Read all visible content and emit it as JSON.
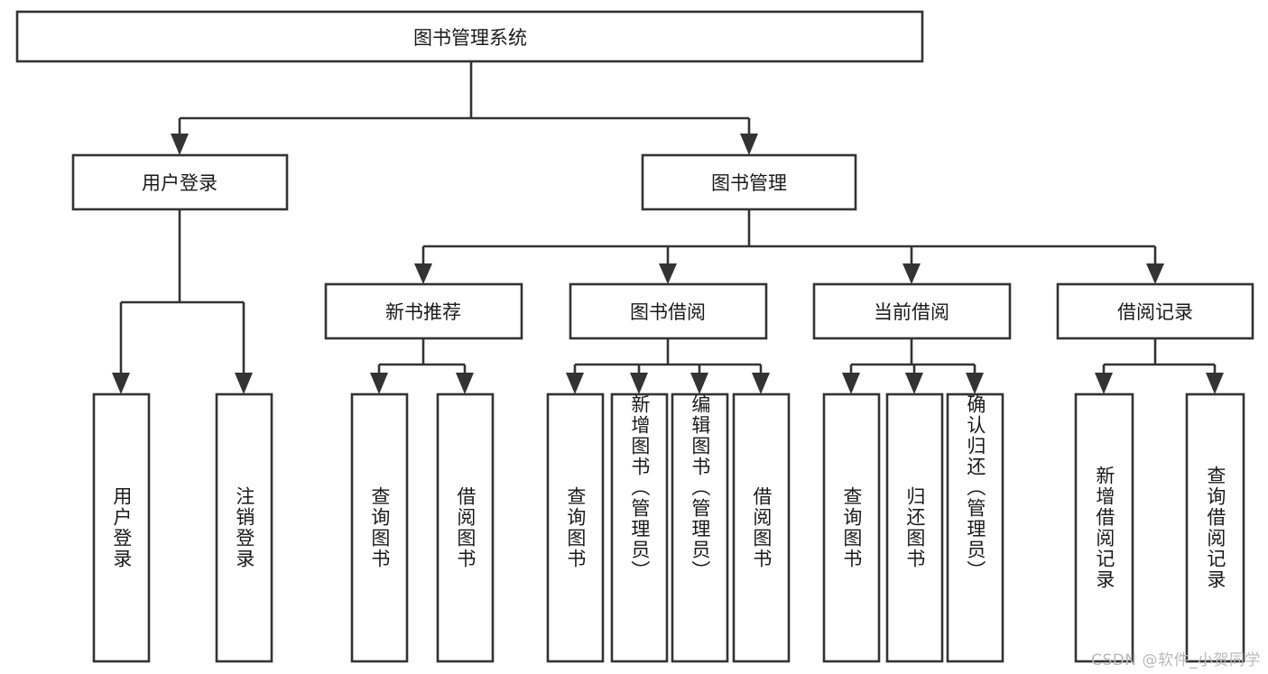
{
  "diagram": {
    "type": "tree",
    "title": "图书管理系统",
    "orientation": "top-down",
    "colors": {
      "background": "#ffffff",
      "box_fill": "#ffffff",
      "box_stroke": "#333333",
      "text": "#1a1a1a",
      "watermark": "#b9b9b9"
    },
    "root": {
      "label": "图书管理系统"
    },
    "level2": [
      {
        "id": "user-login",
        "label": "用户登录"
      },
      {
        "id": "book-manage",
        "label": "图书管理"
      }
    ],
    "level3": [
      {
        "id": "new-book-recommend",
        "label": "新书推荐",
        "parent": "book-manage"
      },
      {
        "id": "book-borrow",
        "label": "图书借阅",
        "parent": "book-manage"
      },
      {
        "id": "current-borrow",
        "label": "当前借阅",
        "parent": "book-manage"
      },
      {
        "id": "borrow-record",
        "label": "借阅记录",
        "parent": "book-manage"
      }
    ],
    "leaves": {
      "user-login": [
        {
          "id": "leaf-user-login",
          "label": "用户登录"
        },
        {
          "id": "leaf-user-logout",
          "label": "注销登录"
        }
      ],
      "new-book-recommend": [
        {
          "id": "leaf-query-book-1",
          "label": "查询图书"
        },
        {
          "id": "leaf-borrow-book-1",
          "label": "借阅图书"
        }
      ],
      "book-borrow": [
        {
          "id": "leaf-query-book-2",
          "label": "查询图书"
        },
        {
          "id": "leaf-add-book",
          "label": "新增图书（管理员）"
        },
        {
          "id": "leaf-edit-book",
          "label": "编辑图书（管理员）"
        },
        {
          "id": "leaf-borrow-book-2",
          "label": "借阅图书"
        }
      ],
      "current-borrow": [
        {
          "id": "leaf-query-book-3",
          "label": "查询图书"
        },
        {
          "id": "leaf-return-book",
          "label": "归还图书"
        },
        {
          "id": "leaf-confirm-return",
          "label": "确认归还（管理员）"
        }
      ],
      "borrow-record": [
        {
          "id": "leaf-add-record",
          "label": "新增借阅记录"
        },
        {
          "id": "leaf-query-record",
          "label": "查询借阅记录"
        }
      ]
    }
  },
  "watermark": {
    "text": "CSDN @软件_小贺同学"
  }
}
